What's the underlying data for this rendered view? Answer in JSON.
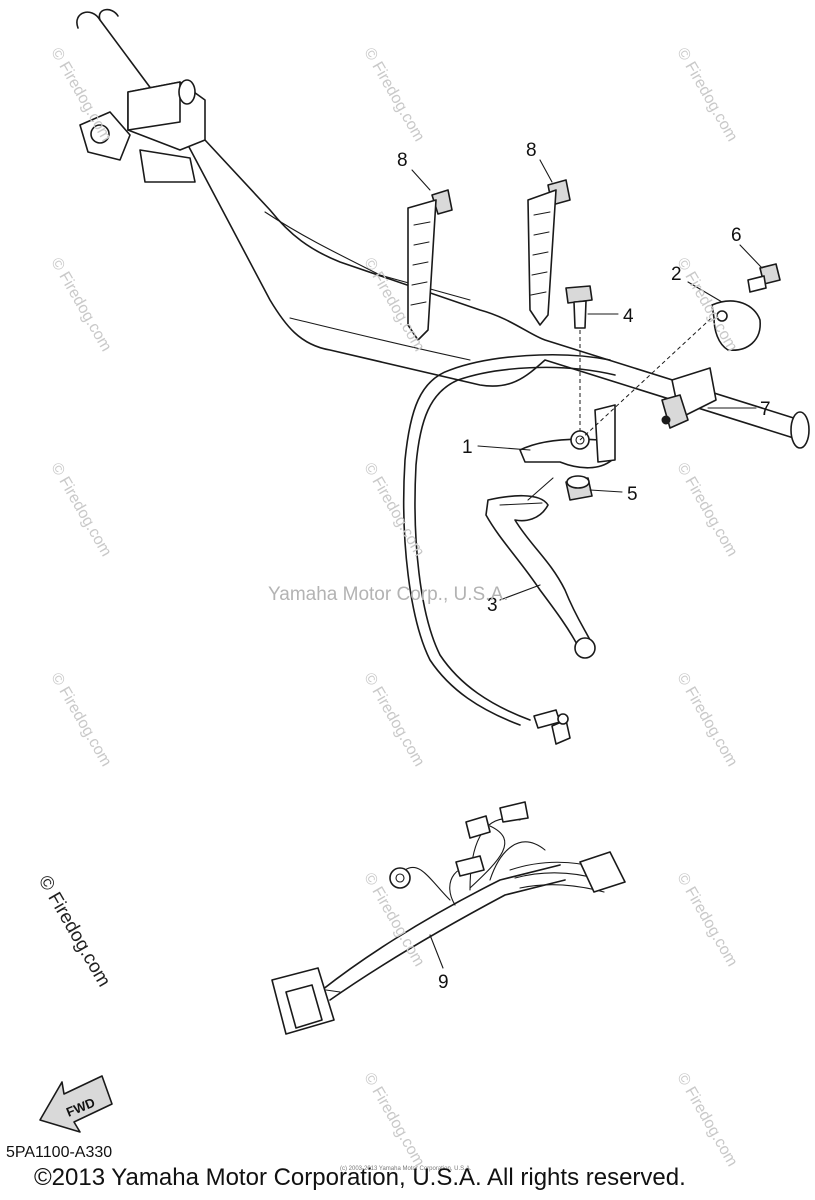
{
  "diagram": {
    "part_numbers": [
      "1",
      "2",
      "3",
      "4",
      "5",
      "6",
      "7",
      "8",
      "8",
      "9"
    ],
    "center_watermark": "Yamaha Motor Corp., U.S.A.",
    "firedog_watermark": "© Firedog.com",
    "side_mark": "© Firedog.com",
    "fwd_label": "FWD",
    "diagram_code": "5PA1100-A330",
    "copyright": "©2013 Yamaha Motor Corporation, U.S.A. All rights reserved.",
    "tiny_notice": "(c) 2003-2013 Yamaha Motor Corporation, U.S.A."
  }
}
